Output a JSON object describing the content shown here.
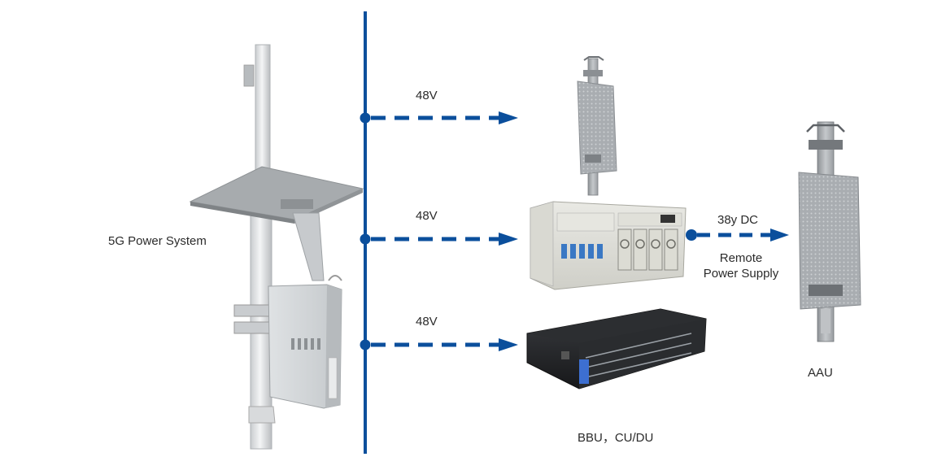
{
  "labels": {
    "power_system": "5G Power System",
    "branch1_voltage": "48V",
    "branch2_voltage": "48V",
    "branch3_voltage": "48V",
    "remote_voltage": "38y DC",
    "remote_line1": "Remote",
    "remote_line2": "Power Supply",
    "aau": "AAU",
    "bbu": "BBU，CU/DU"
  },
  "colors": {
    "bus": "#0b4f9c",
    "arrow": "#0b4f9c",
    "text": "#2b2b2b"
  },
  "icons": {
    "pole": "power-pole-icon",
    "small_antenna": "small-antenna-icon",
    "rectifier": "rectifier-cabinet-icon",
    "bbu": "bbu-chassis-icon",
    "aau": "aau-antenna-icon"
  }
}
